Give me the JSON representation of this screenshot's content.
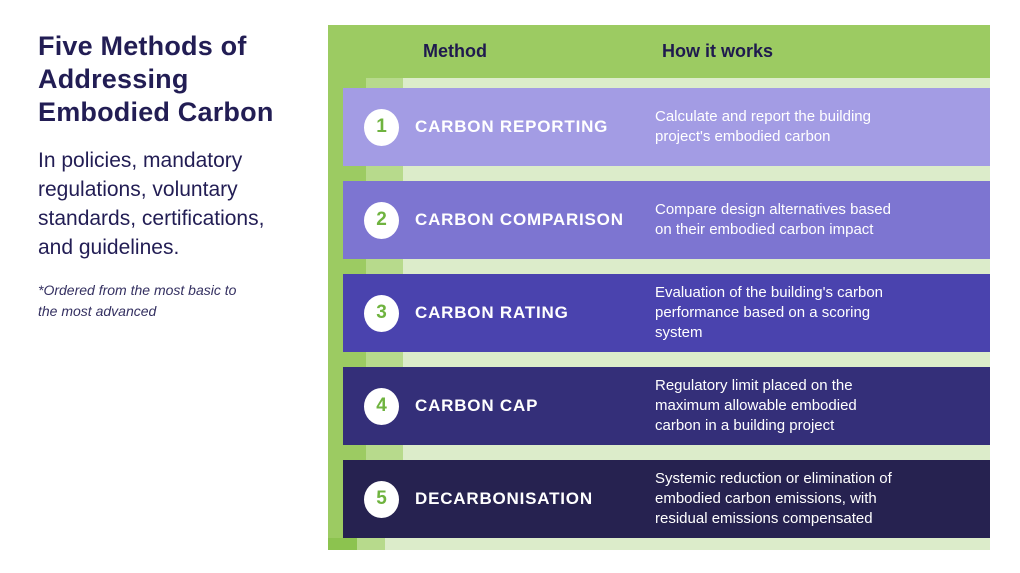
{
  "sidebar": {
    "title": "Five Methods of\nAddressing\nEmbodied Carbon",
    "subtitle": "In policies, mandatory\nregulations, voluntary\nstandards, certifications,\nand guidelines.",
    "note": "*Ordered from the most basic to\nthe most advanced"
  },
  "table": {
    "headers": {
      "method": "Method",
      "how": "How it works"
    },
    "rows": [
      {
        "number": "1",
        "method": "CARBON REPORTING",
        "description": "Calculate and report the building\nproject's embodied carbon",
        "color": "#a39ce4"
      },
      {
        "number": "2",
        "method": "CARBON COMPARISON",
        "description": "Compare design alternatives based\non their embodied carbon impact",
        "color": "#7d75d1"
      },
      {
        "number": "3",
        "method": "CARBON RATING",
        "description": "Evaluation of the building's carbon\nperformance based on a scoring\nsystem",
        "color": "#4a43ae"
      },
      {
        "number": "4",
        "method": "CARBON CAP",
        "description": "Regulatory limit placed on the\nmaximum allowable embodied\ncarbon in a building project",
        "color": "#342f79"
      },
      {
        "number": "5",
        "method": "DECARBONISATION",
        "description": "Systemic reduction or elimination of\nembodied carbon emissions, with\nresidual emissions compensated",
        "color": "#262250"
      }
    ]
  },
  "colors": {
    "panel_green": "#9ccb62",
    "stripe_medium": "#b7da8c",
    "stripe_pale": "#dcecca",
    "stripe_bright": "#8cc34f",
    "heading_navy": "#221d54",
    "number_green": "#6fb33f",
    "row_text": "#ffffff"
  }
}
